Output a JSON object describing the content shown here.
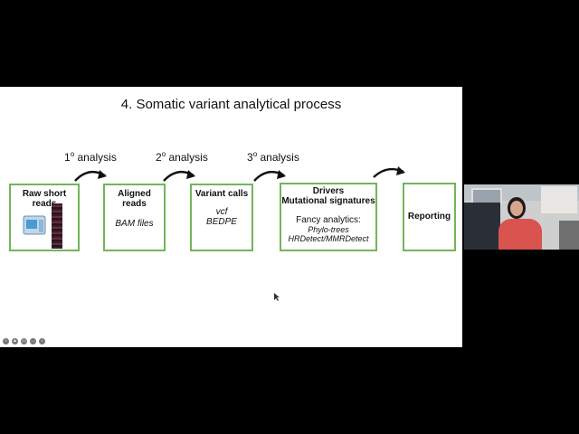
{
  "slide": {
    "title": "4. Somatic variant analytical process",
    "stages": [
      {
        "num": "1",
        "suffix": "o",
        "text": " analysis"
      },
      {
        "num": "2",
        "suffix": "o",
        "text": " analysis"
      },
      {
        "num": "3",
        "suffix": "o",
        "text": " analysis"
      }
    ],
    "boxes": {
      "raw": {
        "title": "Raw short reads"
      },
      "aligned": {
        "title": "Aligned reads",
        "line1": "BAM files"
      },
      "variant": {
        "title": "Variant calls",
        "line1": "vcf",
        "line2": "BEDPE"
      },
      "drivers": {
        "title1": "Drivers",
        "title2": "Mutational signatures",
        "sub": "Fancy analytics:",
        "it1": "Phylo-trees",
        "it2": "HRDetect/MMRDetect"
      },
      "reporting": {
        "title": "Reporting"
      }
    }
  },
  "colors": {
    "box_border": "#72b55a"
  },
  "icons": [
    "arrow-icon",
    "sequencer-icon",
    "cursor-icon"
  ]
}
